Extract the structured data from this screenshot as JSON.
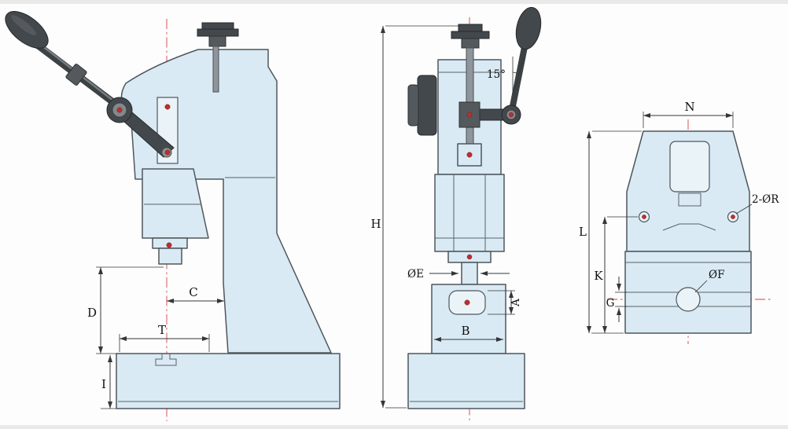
{
  "drawing": {
    "kind": "engineering-three-view-drawing",
    "subject": "manual arbor press",
    "colors": {
      "body_fill": "#d9eaf4",
      "outline": "#4f565c",
      "hardware_dark": "#43484c",
      "centerline_red": "#d84040",
      "marker_red": "#bb2f2f",
      "dimension": "#33363a"
    },
    "views": {
      "side_view": {
        "labels": {
          "C": "C",
          "D": "D",
          "T": "T",
          "I": "I"
        }
      },
      "front_view": {
        "labels": {
          "H": "H",
          "angle": "15°",
          "E": "ØE",
          "A": "A",
          "B": "B"
        }
      },
      "rear_view": {
        "labels": {
          "N": "N",
          "L": "L",
          "K": "K",
          "G": "G",
          "F": "ØF",
          "R": "2-ØR"
        }
      }
    }
  }
}
